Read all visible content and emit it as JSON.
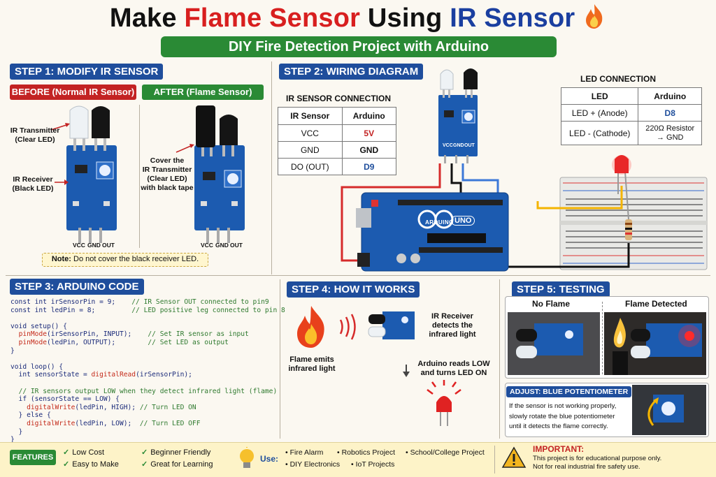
{
  "title": {
    "part1": "Make",
    "part2": "Flame Sensor",
    "part3": "Using",
    "part4": "IR Sensor"
  },
  "subtitle": "DIY Fire Detection Project with Arduino",
  "step1": {
    "header": "STEP 1: MODIFY IR SENSOR",
    "before_label": "BEFORE (Normal IR Sensor)",
    "after_label": "AFTER (Flame Sensor)",
    "transmitter_label": "IR Transmitter\n(Clear LED)",
    "receiver_label": "IR Receiver\n(Black LED)",
    "cover_label": "Cover the\nIR Transmitter\n(Clear LED)\nwith black tape",
    "pins": [
      "VCC",
      "GND",
      "OUT"
    ],
    "note_prefix": "Note:",
    "note_text": "Do not cover the black receiver LED."
  },
  "step2": {
    "header": "STEP 2: WIRING DIAGRAM",
    "ir_title": "IR SENSOR CONNECTION",
    "ir_headers": [
      "IR Sensor",
      "Arduino"
    ],
    "ir_rows": [
      [
        "VCC",
        "5V"
      ],
      [
        "GND",
        "GND"
      ],
      [
        "DO (OUT)",
        "D9"
      ]
    ],
    "led_title": "LED CONNECTION",
    "led_headers": [
      "LED",
      "Arduino"
    ],
    "led_rows": [
      [
        "LED + (Anode)",
        "D8"
      ],
      [
        "LED - (Cathode)",
        "220Ω Resistor\n→ GND"
      ]
    ],
    "board_brand": "ARDUINO",
    "board_model": "UNO",
    "pins": [
      "VCC",
      "GND",
      "OUT"
    ]
  },
  "step3": {
    "header": "STEP 3: ARDUINO CODE",
    "code": [
      [
        "const int irSensorPin = 9;    ",
        "// IR Sensor OUT connected to pin9"
      ],
      [
        "const int ledPin = 8;         ",
        "// LED positive leg connected to pin 8"
      ],
      [
        "",
        ""
      ],
      [
        "void setup() {",
        ""
      ],
      [
        "  pinMode(irSensorPin, INPUT);    ",
        "// Set IR sensor as input"
      ],
      [
        "  pinMode(ledPin, OUTPUT);        ",
        "// Set LED as output"
      ],
      [
        "}",
        ""
      ],
      [
        "",
        ""
      ],
      [
        "void loop() {",
        ""
      ],
      [
        "  int sensorState = digitalRead(irSensorPin);",
        ""
      ],
      [
        "",
        ""
      ],
      [
        "  ",
        "// IR sensors output LOW when they detect infrared light (flame)"
      ],
      [
        "  if (sensorState == LOW) {",
        ""
      ],
      [
        "    digitalWrite(ledPin, HIGH); ",
        "// Turn LED ON"
      ],
      [
        "  } else {",
        ""
      ],
      [
        "    digitalWrite(ledPin, LOW);  ",
        "// Turn LED OFF"
      ],
      [
        "  }",
        ""
      ],
      [
        "}",
        ""
      ]
    ]
  },
  "step4": {
    "header": "STEP 4: HOW IT WORKS",
    "flame_label": "Flame emits\ninfrared light",
    "receiver_label": "IR Receiver\ndetects the\ninfrared light",
    "arduino_label": "Arduino reads LOW\nand turns LED ON"
  },
  "step5": {
    "header": "STEP 5: TESTING",
    "no_flame": "No Flame",
    "flame_detected": "Flame Detected",
    "adjust_prefix": "ADJUST:",
    "adjust_title": "BLUE POTENTIOMETER",
    "adjust_text": "If the sensor is not working properly,\nslowly rotate the blue potentiometer\nuntil it detects the flame correctly."
  },
  "footer": {
    "features_label": "FEATURES",
    "features": [
      "Low Cost",
      "Beginner Friendly",
      "Easy to Make",
      "Great for Learning"
    ],
    "use_label": "Use:",
    "uses": [
      "Fire Alarm",
      "Robotics Project",
      "School/College Project",
      "DIY Electronics",
      "IoT Projects"
    ],
    "important_title": "IMPORTANT:",
    "important_text": "This project is for educational purpose only.\nNot for real industrial fire safety use."
  },
  "colors": {
    "blue": "#1f4e9c",
    "green": "#2a8a35",
    "red": "#d81f1f",
    "board": "#1c5bb0"
  }
}
